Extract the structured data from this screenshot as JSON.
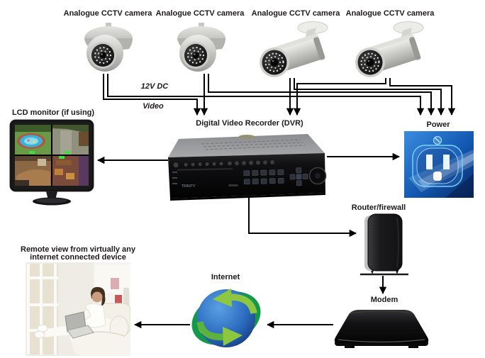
{
  "diagram": {
    "cameras": [
      {
        "label": "Analogue CCTV camera"
      },
      {
        "label": "Analogue CCTV camera"
      },
      {
        "label": "Analogue CCTV camera"
      },
      {
        "label": "Analogue CCTV camera"
      }
    ],
    "wiring": {
      "power_label": "12V DC",
      "video_label": "Video"
    },
    "monitor": {
      "label": "LCD monitor (if using)"
    },
    "dvr": {
      "label": "Digital Video Recorder (DVR)",
      "brand": "TRINITY"
    },
    "power_outlet": {
      "label": "Power"
    },
    "router": {
      "label": "Router/firewall"
    },
    "modem": {
      "label": "Modem"
    },
    "internet": {
      "label": "Internet"
    },
    "remote_view": {
      "label_line1": "Remote view from virtually any",
      "label_line2": "internet connected device"
    },
    "colors": {
      "wire": "#000000",
      "text": "#1e1a1b",
      "outlet_blue": "#1462b8",
      "globe_blue": "#2b6bbf",
      "globe_green_light": "#8dc63f",
      "globe_green_dark": "#12994a"
    }
  }
}
